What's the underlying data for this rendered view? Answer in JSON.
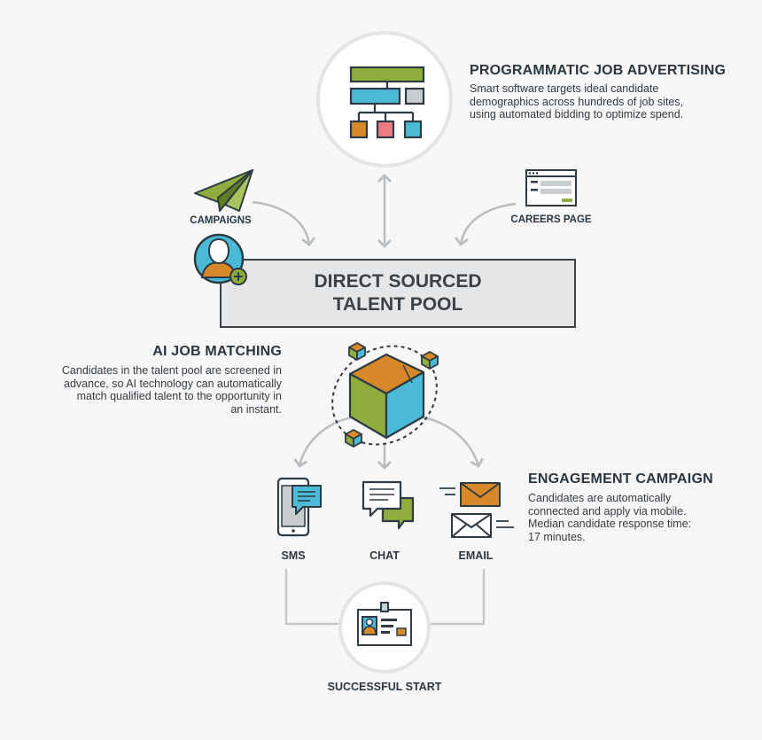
{
  "programmatic": {
    "title": "PROGRAMMATIC JOB ADVERTISING",
    "lines": [
      "Smart software targets ideal candidate",
      "demographics across hundreds of job sites,",
      "using automated bidding to optimize spend."
    ]
  },
  "sources": {
    "campaigns": "CAMPAIGNS",
    "careers_page": "CAREERS PAGE"
  },
  "pool": {
    "line1": "DIRECT SOURCED",
    "line2": "TALENT POOL"
  },
  "matching": {
    "title": "AI JOB MATCHING",
    "lines": [
      "Candidates in the talent pool are screened in",
      "advance, so AI technology can automatically",
      "match qualified talent to the opportunity in",
      "an instant."
    ]
  },
  "engagement": {
    "title": "ENGAGEMENT CAMPAIGN",
    "lines": [
      "Candidates are automatically",
      "connected and apply via mobile.",
      "Median candidate response time:",
      "17 minutes."
    ]
  },
  "channels": {
    "sms": "SMS",
    "chat": "CHAT",
    "email": "EMAIL"
  },
  "outcome": {
    "label": "SUCCESSFUL START"
  },
  "colors": {
    "green": "#8fad3c",
    "teal": "#4bbad6",
    "orange": "#d7892a",
    "pink": "#ec7b84",
    "dark": "#2e3a44",
    "gray": "#c8cdd0"
  },
  "icons": [
    "org-chart-icon",
    "paper-plane-icon",
    "browser-window-icon",
    "user-add-icon",
    "cube-icon",
    "phone-message-icon",
    "chat-bubbles-icon",
    "envelope-icon",
    "id-badge-icon"
  ]
}
